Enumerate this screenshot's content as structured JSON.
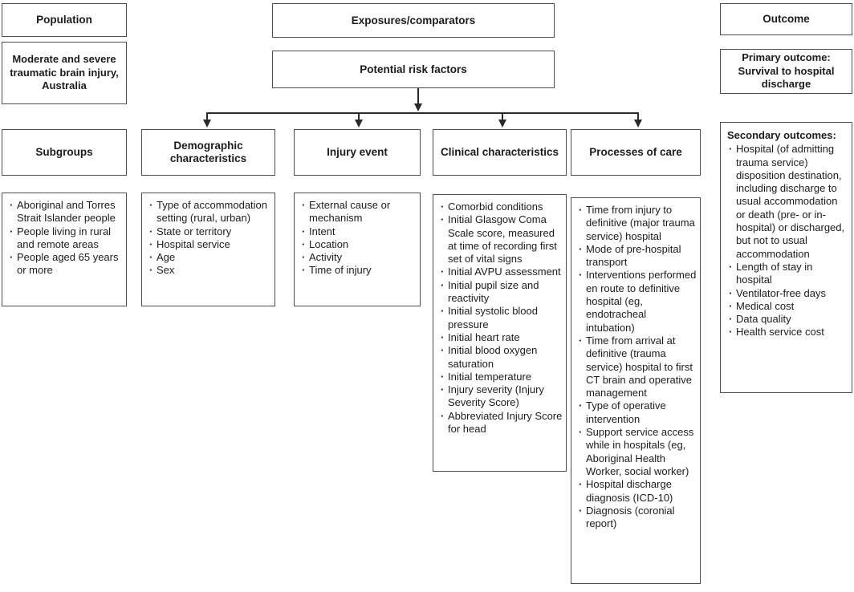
{
  "population": {
    "header": "Population",
    "description": "Moderate and severe traumatic brain injury, Australia",
    "subgroups_header": "Subgroups",
    "subgroups": [
      "Aboriginal and Torres Strait Islander people",
      "People living in rural and remote areas",
      "People aged 65 years or more"
    ]
  },
  "exposures": {
    "header": "Exposures/comparators",
    "risk_factors_header": "Potential risk factors",
    "categories": [
      {
        "label": "Demographic characteristics",
        "items": [
          "Type of accommodation setting (rural, urban)",
          "State or territory",
          "Hospital service",
          "Age",
          "Sex"
        ]
      },
      {
        "label": "Injury event",
        "items": [
          "External cause or mechanism",
          "Intent",
          "Location",
          "Activity",
          "Time of injury"
        ]
      },
      {
        "label": "Clinical characteristics",
        "items": [
          "Comorbid conditions",
          "Initial Glasgow Coma Scale score, measured at time of recording first set of vital signs",
          "Initial AVPU assessment",
          "Initial pupil size and reactivity",
          "Initial systolic blood pressure",
          "Initial heart rate",
          "Initial blood oxygen saturation",
          "Initial temperature",
          "Injury severity (Injury Severity Score)",
          "Abbreviated Injury Score for head"
        ]
      },
      {
        "label": "Processes of care",
        "items": [
          "Time from injury to definitive (major trauma service) hospital",
          "Mode of pre-hospital transport",
          "Interventions performed en route to definitive hospital (eg, endotracheal intubation)",
          "Time from arrival at definitive (trauma service) hospital to first CT brain and operative management",
          "Type of operative intervention",
          "Support service access while in hospitals (eg, Aboriginal Health Worker, social worker)",
          "Hospital discharge diagnosis (ICD-10)",
          "Diagnosis (coronial report)"
        ]
      }
    ]
  },
  "outcome": {
    "header": "Outcome",
    "primary": "Primary outcome: Survival to hospital discharge",
    "secondary_header": "Secondary outcomes:",
    "secondary": [
      "Hospital (of admitting trauma service) disposition destination, including discharge to usual accommodation or death (pre- or in-hospital) or discharged, but not to usual accommodation",
      "Length of stay in hospital",
      "Ventilator-free days",
      "Medical cost",
      "Data quality",
      "Health service cost"
    ]
  },
  "colors": {
    "box_border": "#4d4d4d",
    "connector": "#2a2a2a",
    "text": "#1c1c1c",
    "background": "#ffffff"
  }
}
